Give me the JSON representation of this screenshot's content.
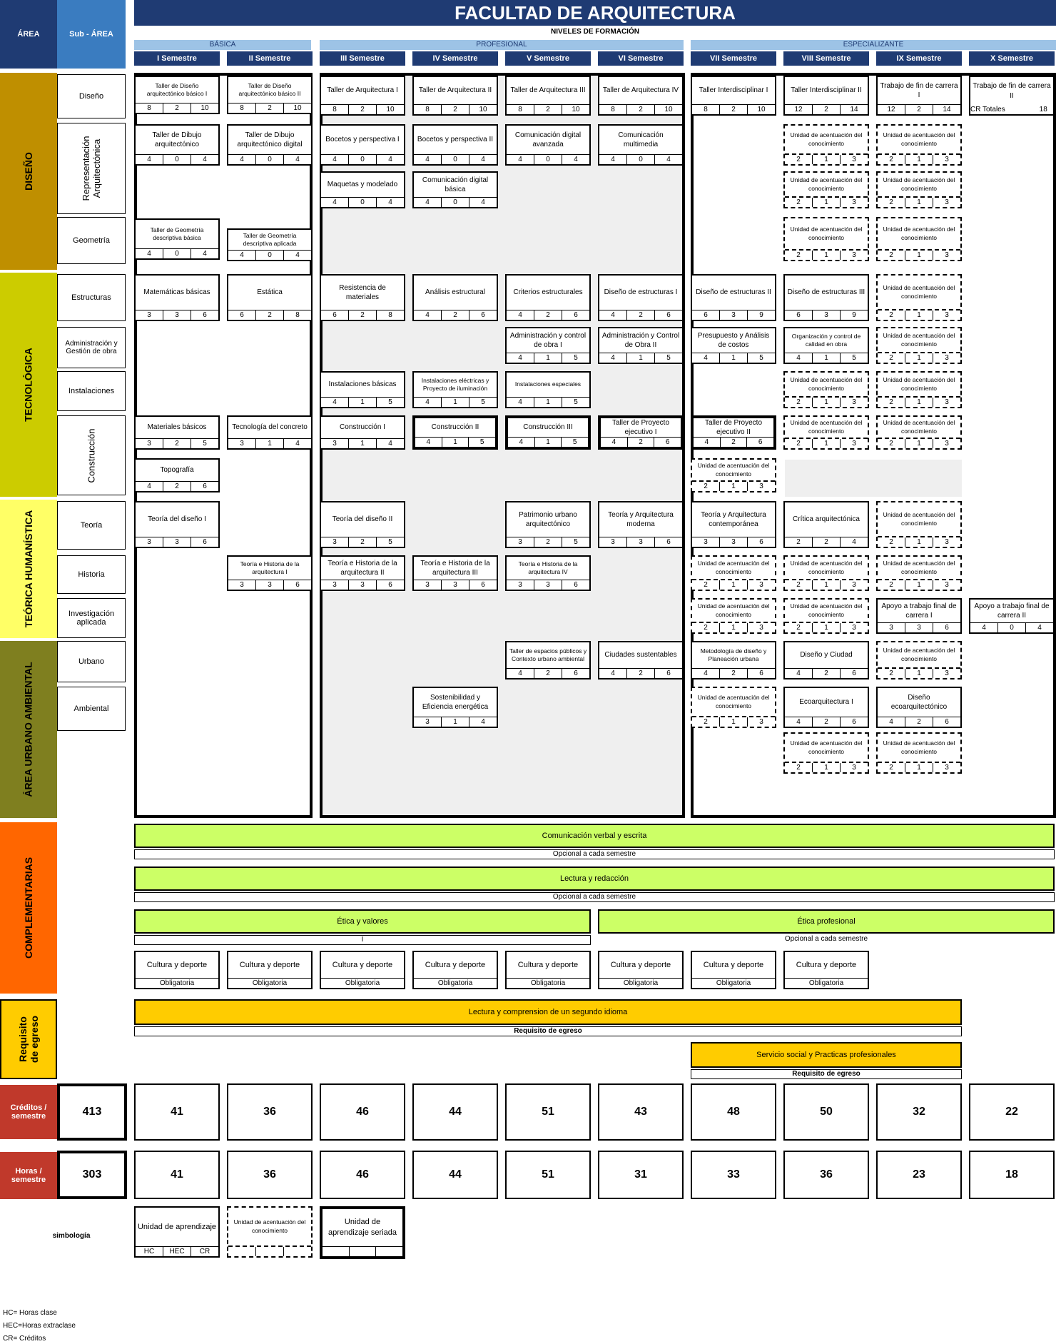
{
  "title": "FACULTAD DE ARQUITECTURA",
  "subtitle": "NIVELES DE FORMACIÓN",
  "col_area": "ÁREA",
  "col_subarea": "Sub - ÁREA",
  "levels": {
    "basica": "BÁSICA",
    "profesional": "PROFESIONAL",
    "especializante": "ESPECIALIZANTE"
  },
  "semesters": [
    "I Semestre",
    "II Semestre",
    "III Semestre",
    "IV Semestre",
    "V Semestre",
    "VI Semestre",
    "VII Semestre",
    "VIII Semestre",
    "IX Semestre",
    "X Semestre"
  ],
  "areas": {
    "diseno": "DISEÑO",
    "tecnologica": "TECNOLÓGICA",
    "teorica": "TEÓRICA HUMANÍSTICA",
    "urbano": "ÁREA URBANO AMBIENTAL",
    "complementarias": "COMPLEMENTARIAS",
    "requisito": "Requisito de egreso"
  },
  "area_colors": {
    "diseno": "#bf8f00",
    "tecnologica": "#cccc00",
    "teorica": "#ffff66",
    "urbano": "#7f7f1f",
    "complementarias": "#ff6600",
    "requisito": "#ffcc00",
    "totals": "#c0392b"
  },
  "subareas": {
    "diseno": "Diseño",
    "representacion": "Representación Arquitectónica",
    "geometria": "Geometría",
    "estructuras": "Estructuras",
    "administracion": "Administración y Gestión de obra",
    "instalaciones": "Instalaciones",
    "construccion": "Construcción",
    "teoria": "Teoría",
    "historia": "Historia",
    "investigacion": "Investigación aplicada",
    "urbano": "Urbano",
    "ambiental": "Ambiental"
  },
  "courses": [
    {
      "name": "Taller de Diseño arquitectónico básico I",
      "hc": "8",
      "hec": "2",
      "cr": "10",
      "style": "small"
    },
    {
      "name": "Taller de Diseño arquitectónico básico II",
      "hc": "8",
      "hec": "2",
      "cr": "10",
      "style": "small"
    },
    {
      "name": "Taller de Arquitectura I",
      "hc": "8",
      "hec": "2",
      "cr": "10",
      "style": ""
    },
    {
      "name": "Taller de Arquitectura II",
      "hc": "8",
      "hec": "2",
      "cr": "10",
      "style": ""
    },
    {
      "name": "Taller de Arquitectura III",
      "hc": "8",
      "hec": "2",
      "cr": "10",
      "style": ""
    },
    {
      "name": "Taller de Arquitectura IV",
      "hc": "8",
      "hec": "2",
      "cr": "10",
      "style": ""
    },
    {
      "name": "Taller Interdisciplinar I",
      "hc": "8",
      "hec": "2",
      "cr": "10",
      "style": ""
    },
    {
      "name": "Taller Interdisciplinar II",
      "hc": "12",
      "hec": "2",
      "cr": "14",
      "style": ""
    },
    {
      "name": "Trabajo de fin de carrera I",
      "hc": "12",
      "hec": "2",
      "cr": "14",
      "style": ""
    },
    {
      "name": "Trabajo de fin de carrera II",
      "hc": "CR Totales",
      "hec": "",
      "cr": "18",
      "style": ""
    },
    {
      "name": "Taller de Dibujo arquitectónico",
      "hc": "4",
      "hec": "0",
      "cr": "4",
      "style": ""
    },
    {
      "name": "Taller de Dibujo arquitectónico digital",
      "hc": "4",
      "hec": "0",
      "cr": "4",
      "style": ""
    },
    {
      "name": "Bocetos y perspectiva I",
      "hc": "4",
      "hec": "0",
      "cr": "4",
      "style": ""
    },
    {
      "name": "Bocetos y perspectiva II",
      "hc": "4",
      "hec": "0",
      "cr": "4",
      "style": ""
    },
    {
      "name": "Comunicación digital avanzada",
      "hc": "4",
      "hec": "0",
      "cr": "4",
      "style": ""
    },
    {
      "name": "Comunicación multimedia",
      "hc": "4",
      "hec": "0",
      "cr": "4",
      "style": ""
    },
    {
      "name": "Maquetas y modelado",
      "hc": "4",
      "hec": "0",
      "cr": "4",
      "style": ""
    },
    {
      "name": "Comunicación digital básica",
      "hc": "4",
      "hec": "0",
      "cr": "4",
      "style": ""
    },
    {
      "name": "Taller de Geometría descriptiva básica",
      "hc": "4",
      "hec": "0",
      "cr": "4",
      "style": "small"
    },
    {
      "name": "Taller de Geometría descriptiva aplicada",
      "hc": "4",
      "hec": "0",
      "cr": "4",
      "style": "small"
    },
    {
      "name": "Matemáticas básicas",
      "hc": "3",
      "hec": "3",
      "cr": "6",
      "style": ""
    },
    {
      "name": "Estática",
      "hc": "6",
      "hec": "2",
      "cr": "8",
      "style": ""
    },
    {
      "name": "Resistencia de materiales",
      "hc": "6",
      "hec": "2",
      "cr": "8",
      "style": ""
    },
    {
      "name": "Análisis estructural",
      "hc": "4",
      "hec": "2",
      "cr": "6",
      "style": ""
    },
    {
      "name": "Criterios estructurales",
      "hc": "4",
      "hec": "2",
      "cr": "6",
      "style": ""
    },
    {
      "name": "Diseño de estructuras I",
      "hc": "4",
      "hec": "2",
      "cr": "6",
      "style": ""
    },
    {
      "name": "Diseño de estructuras II",
      "hc": "6",
      "hec": "3",
      "cr": "9",
      "style": ""
    },
    {
      "name": "Diseño de estructuras III",
      "hc": "6",
      "hec": "3",
      "cr": "9",
      "style": ""
    },
    {
      "name": "Administración y control de obra I",
      "hc": "4",
      "hec": "1",
      "cr": "5",
      "style": ""
    },
    {
      "name": "Administración y Control de Obra II",
      "hc": "4",
      "hec": "1",
      "cr": "5",
      "style": ""
    },
    {
      "name": "Presupuesto y Análisis de costos",
      "hc": "4",
      "hec": "1",
      "cr": "5",
      "style": ""
    },
    {
      "name": "Organización y control de calidad en obra",
      "hc": "4",
      "hec": "1",
      "cr": "5",
      "style": "small"
    },
    {
      "name": "Instalaciones básicas",
      "hc": "4",
      "hec": "1",
      "cr": "5",
      "style": ""
    },
    {
      "name": "Instalaciones eléctricas y Proyecto de iluminación",
      "hc": "4",
      "hec": "1",
      "cr": "5",
      "style": "small"
    },
    {
      "name": "Instalaciones especiales",
      "hc": "4",
      "hec": "1",
      "cr": "5",
      "style": "small"
    },
    {
      "name": "Materiales básicos",
      "hc": "3",
      "hec": "2",
      "cr": "5",
      "style": ""
    },
    {
      "name": "Tecnología del concreto",
      "hc": "3",
      "hec": "1",
      "cr": "4",
      "style": ""
    },
    {
      "name": "Construcción I",
      "hc": "3",
      "hec": "1",
      "cr": "4",
      "style": ""
    },
    {
      "name": "Construcción II",
      "hc": "4",
      "hec": "1",
      "cr": "5",
      "style": "thick"
    },
    {
      "name": "Construcción III",
      "hc": "4",
      "hec": "1",
      "cr": "5",
      "style": "thick"
    },
    {
      "name": "Taller de Proyecto ejecutivo I",
      "hc": "4",
      "hec": "2",
      "cr": "6",
      "style": "thick"
    },
    {
      "name": "Taller de Proyecto ejecutivo II",
      "hc": "4",
      "hec": "2",
      "cr": "6",
      "style": "thick"
    },
    {
      "name": "Topografía",
      "hc": "4",
      "hec": "2",
      "cr": "6",
      "style": ""
    },
    {
      "name": "Teoría del diseño I",
      "hc": "3",
      "hec": "3",
      "cr": "6",
      "style": ""
    },
    {
      "name": "Teoría del diseño II",
      "hc": "3",
      "hec": "2",
      "cr": "5",
      "style": ""
    },
    {
      "name": "Patrimonio urbano arquitectónico",
      "hc": "3",
      "hec": "2",
      "cr": "5",
      "style": ""
    },
    {
      "name": "Teoría y Arquitectura moderna",
      "hc": "3",
      "hec": "3",
      "cr": "6",
      "style": ""
    },
    {
      "name": "Teoría y Arquitectura contemporánea",
      "hc": "3",
      "hec": "3",
      "cr": "6",
      "style": ""
    },
    {
      "name": "Crítica arquitectónica",
      "hc": "2",
      "hec": "2",
      "cr": "4",
      "style": ""
    },
    {
      "name": "Teoría e Historia de la arquitectura I",
      "hc": "3",
      "hec": "3",
      "cr": "6",
      "style": "small"
    },
    {
      "name": "Teoría e Historia de la arquitectura II",
      "hc": "3",
      "hec": "3",
      "cr": "6",
      "style": ""
    },
    {
      "name": "Teoría e Historia de la arquitectura III",
      "hc": "3",
      "hec": "3",
      "cr": "6",
      "style": ""
    },
    {
      "name": "Teoría e Historia de la arquitectura IV",
      "hc": "3",
      "hec": "3",
      "cr": "6",
      "style": "small"
    },
    {
      "name": "Apoyo a trabajo final de carrera I",
      "hc": "3",
      "hec": "3",
      "cr": "6",
      "style": ""
    },
    {
      "name": "Apoyo a trabajo final de carrera II",
      "hc": "4",
      "hec": "0",
      "cr": "4",
      "style": ""
    },
    {
      "name": "Taller de espacios públicos y Contexto urbano ambiental",
      "hc": "4",
      "hec": "2",
      "cr": "6",
      "style": "small"
    },
    {
      "name": "Ciudades sustentables",
      "hc": "4",
      "hec": "2",
      "cr": "6",
      "style": ""
    },
    {
      "name": "Metodología de diseño y Planeación urbana",
      "hc": "4",
      "hec": "2",
      "cr": "6",
      "style": "small"
    },
    {
      "name": "Diseño y Ciudad",
      "hc": "4",
      "hec": "2",
      "cr": "6",
      "style": ""
    },
    {
      "name": "Sostenibilidad y Eficiencia energética",
      "hc": "3",
      "hec": "1",
      "cr": "4",
      "style": ""
    },
    {
      "name": "Ecoarquitectura I",
      "hc": "4",
      "hec": "2",
      "cr": "6",
      "style": ""
    },
    {
      "name": "Diseño ecoarquitectónico",
      "hc": "4",
      "hec": "2",
      "cr": "6",
      "style": ""
    }
  ],
  "unidad": {
    "name": "Unidad de acentuación del conocimiento",
    "hc": "2",
    "hec": "1",
    "cr": "3"
  },
  "complementarias": {
    "comunicacion": "Comunicación verbal y escrita",
    "lectura": "Lectura y redacción",
    "opcional": "Opcional a cada semestre",
    "etica": "Ética y valores",
    "etica_prof": "Ética profesional",
    "etica_note": "I",
    "cultura": "Cultura y deporte",
    "obligatoria": "Obligatoria"
  },
  "requisito": {
    "idioma": "Lectura y comprension de un segundo idioma",
    "servicio": "Servicio social y Practicas profesionales",
    "nota": "Requisito de egreso"
  },
  "totals": {
    "creditos_label": "Créditos / semestre",
    "horas_label": "Horas / semestre",
    "creditos_total": "413",
    "horas_total": "303",
    "creditos": [
      "41",
      "36",
      "46",
      "44",
      "51",
      "43",
      "48",
      "50",
      "32",
      "22"
    ],
    "horas": [
      "41",
      "36",
      "46",
      "44",
      "51",
      "31",
      "33",
      "36",
      "23",
      "18"
    ]
  },
  "legend": {
    "title": "simbología",
    "unidad_aprendizaje": "Unidad de aprendizaje",
    "unidad_acentuacion": "Unidad de acentuación del conocimiento",
    "unidad_seriada": "Unidad de aprendizaje seriada",
    "hc": "HC",
    "hec": "HEC",
    "cr": "CR",
    "hc_def": "HC= Horas clase",
    "hec_def": "HEC=Horas extraclase",
    "cr_def": "CR= Créditos"
  }
}
